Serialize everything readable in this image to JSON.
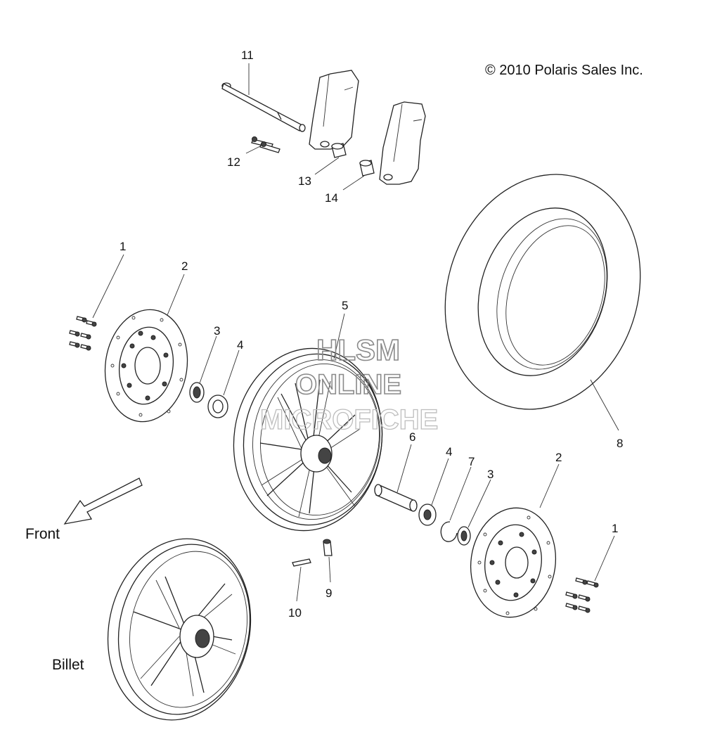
{
  "copyright": "© 2010 Polaris Sales Inc.",
  "watermark": {
    "line1": "HLSM",
    "line2": "ONLINE",
    "line3": "MICROFICHE"
  },
  "labels": {
    "front": "Front",
    "billet": "Billet"
  },
  "callouts": {
    "c11": "11",
    "c12": "12",
    "c13": "13",
    "c14": "14",
    "c1a": "1",
    "c2a": "2",
    "c3a": "3",
    "c4a": "4",
    "c5": "5",
    "c6": "6",
    "c4b": "4",
    "c7": "7",
    "c3b": "3",
    "c2b": "2",
    "c8": "8",
    "c1b": "1",
    "c9": "9",
    "c10": "10"
  },
  "colors": {
    "line": "#222222",
    "watermark": "#8a8a8a"
  }
}
